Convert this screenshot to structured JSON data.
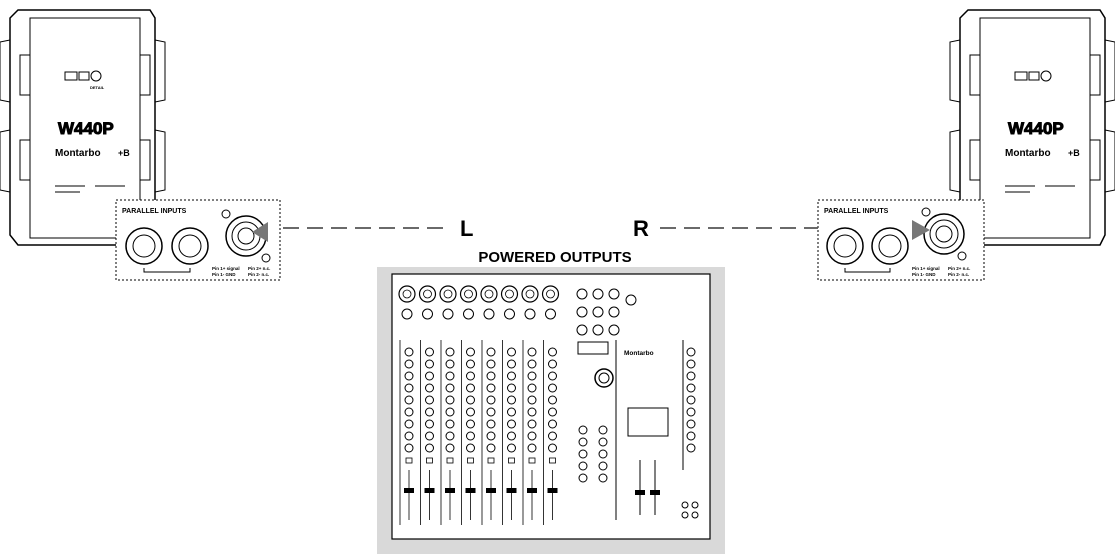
{
  "speakers": {
    "model": "W440P",
    "brand": "Montarbo",
    "badge": "+B",
    "panel_title": "PARALLEL INPUTS",
    "pin_labels": [
      "Pin 1+ signal",
      "Pin 1- GND",
      "Pin 2+ n.c.",
      "Pin 2- n.c."
    ]
  },
  "cable": {
    "left_label": "L",
    "right_label": "R"
  },
  "mixer": {
    "outputs_label": "POWERED OUTPUTS",
    "brand": "Montarbo",
    "channels": 8
  },
  "colors": {
    "line": "#000000",
    "cable": "#555555",
    "mixer_frame": "#d9d9d9"
  }
}
